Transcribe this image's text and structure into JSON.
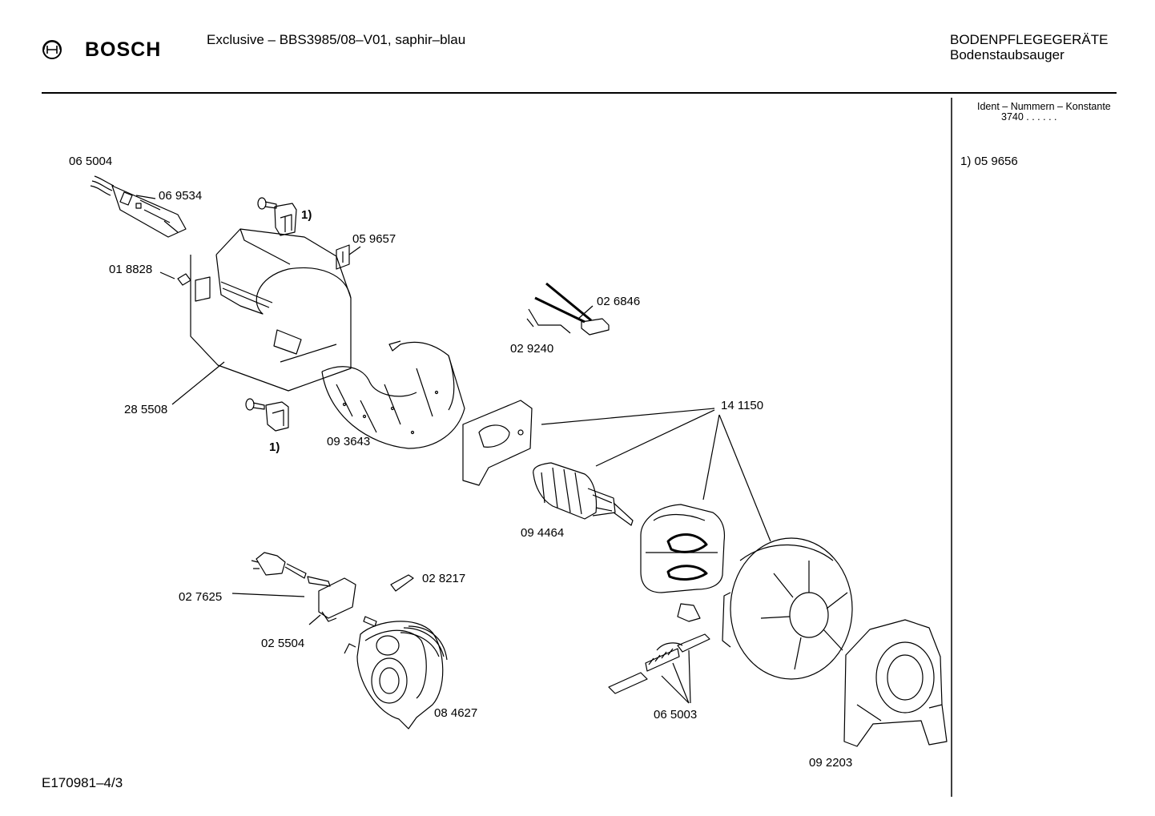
{
  "header": {
    "brand": "BOSCH",
    "model_title": "Exclusive – BBS3985/08–V01, saphir–blau",
    "category_main": "BODENPFLEGEGERÄTE",
    "category_sub": "Bodenstaubsauger"
  },
  "sidebar": {
    "ident_title": "Ident – Nummern – Konstante",
    "ident_value": "3740  . .   . . . .",
    "footnote": "1)  05 9656"
  },
  "parts": {
    "p065004": "06 5004",
    "p069534": "06 9534",
    "note1_top": "1)",
    "p059657": "05 9657",
    "p018828": "01 8828",
    "p026846": "02 6846",
    "p029240": "02 9240",
    "p141150": "14 1150",
    "p285508": "28 5508",
    "note1_bottom": "1)",
    "p093643": "09 3643",
    "p094464": "09 4464",
    "p028217": "02 8217",
    "p027625": "02 7625",
    "p025504": "02 5504",
    "p084627": "08 4627",
    "p065003": "06 5003",
    "p092203": "09 2203"
  },
  "footer": {
    "doc_code": "E170981–4/3"
  }
}
